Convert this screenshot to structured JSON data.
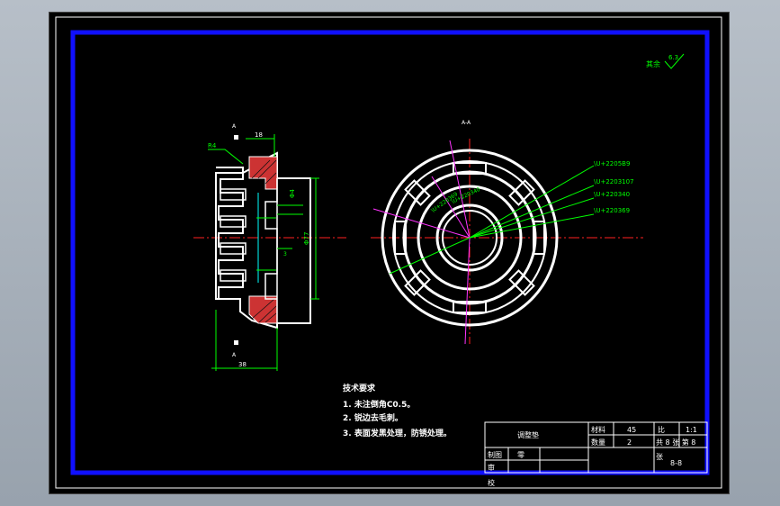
{
  "drawing": {
    "roughness_label": "其余",
    "roughness_value": "6.3",
    "section_mark_top": "A",
    "section_mark_bottom": "A",
    "view_title": "A-A",
    "dim_width_top": "18",
    "dim_width_bottom": "38",
    "dim_radius": "R4",
    "dim_diameter": "Φ77",
    "dim_small": "3",
    "dim_side": "Φ4",
    "leaders": [
      "\\U+2205B9",
      "\\U+2203107",
      "\\U+220340",
      "\\U+220369"
    ],
    "inner_labels": [
      "\\U+220369",
      "\\U+220340"
    ],
    "notes": {
      "title": "技术要求",
      "items": [
        "1. 未注倒角C0.5。",
        "2. 锐边去毛刺。",
        "3. 表面发黑处理，防锈处理。"
      ]
    }
  },
  "title_block": {
    "part_name": "调整垫",
    "subtitle": "零",
    "material_label": "材料",
    "material_value": "45",
    "scale_label": "比",
    "scale_value": "1:1",
    "qty_label": "数量",
    "qty_value": "2",
    "sheet_label": "共 8 张 第 8",
    "sheet_suffix": "张",
    "drawn_label": "制图",
    "check_label": "审",
    "approve_label": "校",
    "drawing_no": "8-8"
  }
}
